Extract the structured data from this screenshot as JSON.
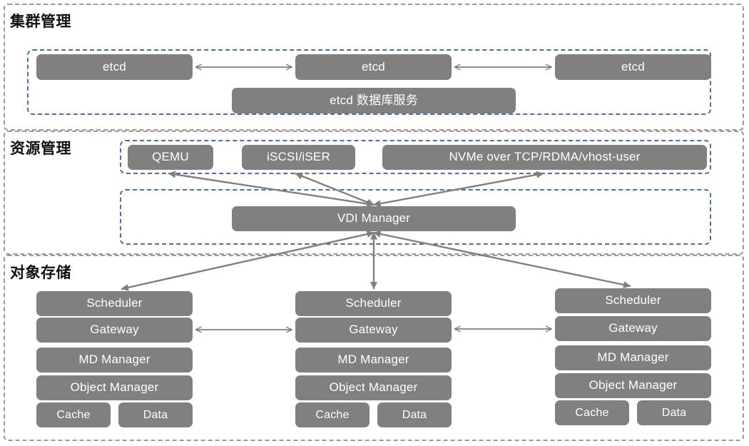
{
  "diagram": {
    "sections": [
      {
        "id": "cluster-management",
        "title": "集群管理",
        "nodes": [
          {
            "id": "etcd-1",
            "label": "etcd"
          },
          {
            "id": "etcd-2",
            "label": "etcd"
          },
          {
            "id": "etcd-3",
            "label": "etcd"
          },
          {
            "id": "etcd-db-service",
            "label": "etcd 数据库服务"
          }
        ]
      },
      {
        "id": "resource-management",
        "title": "资源管理",
        "nodes": [
          {
            "id": "qemu",
            "label": "QEMU"
          },
          {
            "id": "iscsi-iser",
            "label": "iSCSI/iSER"
          },
          {
            "id": "nvme",
            "label": "NVMe over TCP/RDMA/vhost-user"
          },
          {
            "id": "vdi-manager",
            "label": "VDI Manager"
          }
        ]
      },
      {
        "id": "object-storage",
        "title": "对象存储",
        "columns": [
          {
            "id": "node-column-1",
            "rows": [
              "Scheduler",
              "Gateway",
              "MD Manager",
              "Object Manager"
            ],
            "bottom": [
              "Cache",
              "Data"
            ]
          },
          {
            "id": "node-column-2",
            "rows": [
              "Scheduler",
              "Gateway",
              "MD Manager",
              "Object Manager"
            ],
            "bottom": [
              "Cache",
              "Data"
            ]
          },
          {
            "id": "node-column-3",
            "rows": [
              "Scheduler",
              "Gateway",
              "MD Manager",
              "Object Manager"
            ],
            "bottom": [
              "Cache",
              "Data"
            ]
          }
        ]
      }
    ],
    "colors": {
      "node_fill": "#808080",
      "node_text": "#ffffff",
      "section_border": "#9a9a9a",
      "group_border": "#4a6fa8",
      "arrow": "#7f7f7f",
      "background": "#ffffff"
    }
  }
}
